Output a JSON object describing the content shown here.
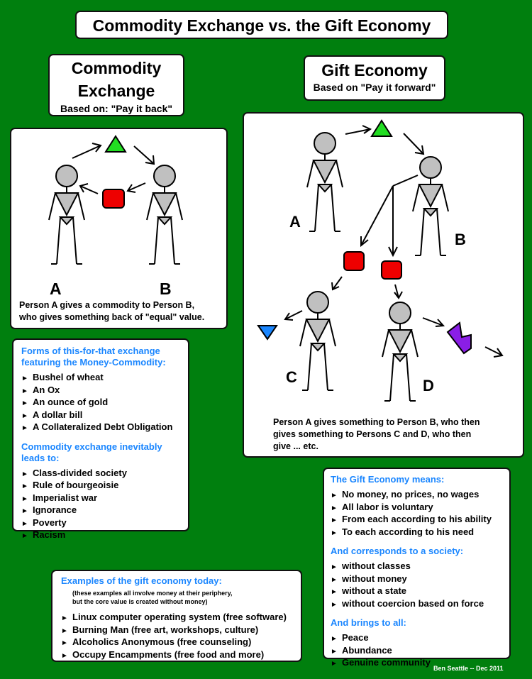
{
  "title": "Commodity Exchange vs. the Gift Economy",
  "commodity_header": {
    "title_line1": "Commodity",
    "title_line2": "Exchange",
    "subtitle": "Based on: \"Pay it back\""
  },
  "gift_header": {
    "title": "Gift Economy",
    "subtitle": "Based on \"Pay it forward\""
  },
  "commodity_diagram": {
    "person_labels": [
      "A",
      "B"
    ],
    "caption_line1": "Person A gives a commodity to Person B,",
    "caption_line2": "who gives something back of \"equal\" value.",
    "colors": {
      "triangle": "#22dd22",
      "square": "#ee0000",
      "figure": "#c0c0c0"
    }
  },
  "gift_diagram": {
    "person_labels": [
      "A",
      "B",
      "C",
      "D"
    ],
    "caption_line1": "Person A gives something to Person B, who then",
    "caption_line2": "gives something to Persons C and D, who then",
    "caption_line3": "give ... etc.",
    "colors": {
      "triangle": "#22dd22",
      "square": "#ee0000",
      "blue_triangle": "#1a86ff",
      "purple_shape": "#8a1ee6",
      "figure": "#c0c0c0"
    }
  },
  "commodity_forms": {
    "heading_line1": "Forms of this-for-that exchange",
    "heading_line2": "featuring the Money-Commodity:",
    "items": [
      "Bushel of wheat",
      "An Ox",
      "An ounce of gold",
      "A dollar bill",
      "A Collateralized Debt Obligation"
    ],
    "leads_heading_line1": "Commodity exchange inevitably",
    "leads_heading_line2": "leads to:",
    "leads_items": [
      "Class-divided society",
      "Rule of bourgeoisie",
      "Imperialist war",
      "Ignorance",
      "Poverty",
      "Racism"
    ]
  },
  "gift_means": {
    "heading": "The Gift Economy means:",
    "items": [
      "No money, no prices, no wages",
      "All labor is voluntary",
      "From each according to his ability",
      "To each according to his need"
    ],
    "society_heading": "And corresponds to a society:",
    "society_items": [
      "without classes",
      "without money",
      "without a state",
      "without coercion based on force"
    ],
    "brings_heading": "And brings to all:",
    "brings_items": [
      "Peace",
      "Abundance",
      "Genuine community"
    ]
  },
  "examples": {
    "heading": "Examples of the gift economy today:",
    "note_line1": "(these examples all involve money at their periphery,",
    "note_line2": "but the core value is created without money)",
    "items": [
      "Linux computer operating system (free software)",
      "Burning Man (free art, workshops, culture)",
      "Alcoholics Anonymous (free counseling)",
      "Occupy Encampments (free food and more)"
    ]
  },
  "bullet_glyph": "►",
  "credit": "Ben Seattle -- Dec 2011",
  "theme": {
    "background": "#007f0e",
    "accent_blue": "#1a86ff"
  }
}
